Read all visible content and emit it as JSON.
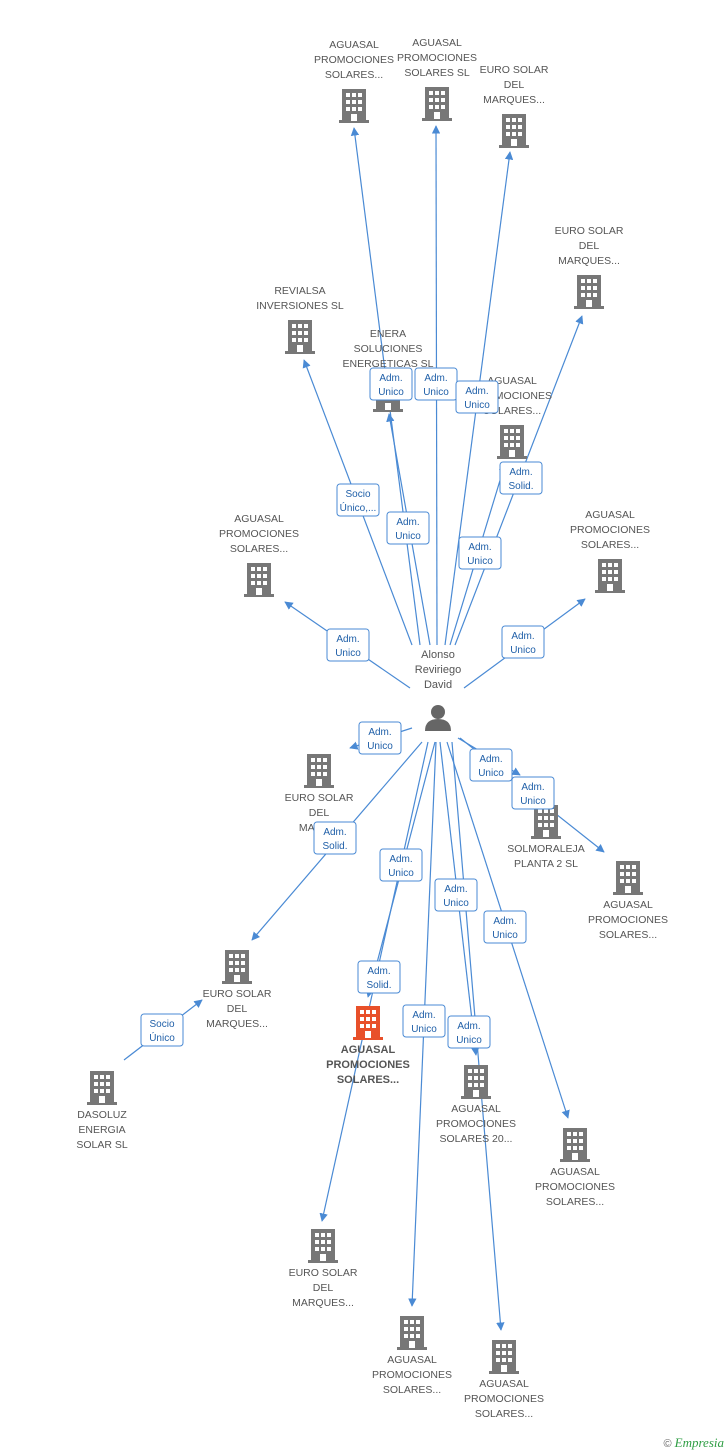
{
  "person": {
    "lines": [
      "Alonso",
      "Reviriego",
      "David"
    ]
  },
  "nodes": [
    {
      "id": "n1",
      "lines": [
        "AGUASAL",
        "PROMOCIONES",
        "SOLARES..."
      ],
      "main": false
    },
    {
      "id": "n2",
      "lines": [
        "AGUASAL",
        "PROMOCIONES",
        "SOLARES SL"
      ],
      "main": false
    },
    {
      "id": "n3",
      "lines": [
        "EURO SOLAR",
        "DEL",
        "MARQUES..."
      ],
      "main": false
    },
    {
      "id": "n4",
      "lines": [
        "EURO SOLAR",
        "DEL",
        "MARQUES..."
      ],
      "main": false
    },
    {
      "id": "n5",
      "lines": [
        "REVIALSA",
        "INVERSIONES SL"
      ],
      "main": false
    },
    {
      "id": "n6",
      "lines": [
        "ENERA",
        "SOLUCIONES",
        "ENERGETICAS SL"
      ],
      "main": false
    },
    {
      "id": "n7",
      "lines": [
        "AGUASAL",
        "PROMOCIONES",
        "SOLARES..."
      ],
      "main": false
    },
    {
      "id": "n8",
      "lines": [
        "AGUASAL",
        "PROMOCIONES",
        "SOLARES..."
      ],
      "main": false
    },
    {
      "id": "n9",
      "lines": [
        "AGUASAL",
        "PROMOCIONES",
        "SOLARES..."
      ],
      "main": false
    },
    {
      "id": "n10",
      "lines": [
        "EURO SOLAR",
        "DEL",
        "MARQ..."
      ],
      "main": false
    },
    {
      "id": "n11",
      "lines": [
        "SOLMORALEJA",
        "PLANTA 2 SL"
      ],
      "main": false
    },
    {
      "id": "n12",
      "lines": [
        "AGUASAL",
        "PROMOCIONES",
        "SOLARES..."
      ],
      "main": false
    },
    {
      "id": "n13",
      "lines": [
        "EURO SOLAR",
        "DEL",
        "MARQUES..."
      ],
      "main": false
    },
    {
      "id": "n14",
      "lines": [
        "AGUASAL",
        "PROMOCIONES",
        "SOLARES..."
      ],
      "main": true
    },
    {
      "id": "n15",
      "lines": [
        "AGUASAL",
        "PROMOCIONES",
        "SOLARES 20..."
      ],
      "main": false
    },
    {
      "id": "n16",
      "lines": [
        "DASOLUZ",
        "ENERGIA",
        "SOLAR SL"
      ],
      "main": false
    },
    {
      "id": "n17",
      "lines": [
        "AGUASAL",
        "PROMOCIONES",
        "SOLARES..."
      ],
      "main": false
    },
    {
      "id": "n18",
      "lines": [
        "EURO SOLAR",
        "DEL",
        "MARQUES..."
      ],
      "main": false
    },
    {
      "id": "n19",
      "lines": [
        "AGUASAL",
        "PROMOCIONES",
        "SOLARES..."
      ],
      "main": false
    },
    {
      "id": "n20",
      "lines": [
        "AGUASAL",
        "PROMOCIONES",
        "SOLARES..."
      ],
      "main": false
    }
  ],
  "edge_labels": [
    {
      "id": "e1",
      "lines": [
        "Adm.",
        "Unico"
      ]
    },
    {
      "id": "e2",
      "lines": [
        "Adm.",
        "Unico"
      ]
    },
    {
      "id": "e3",
      "lines": [
        "Adm.",
        "Unico"
      ]
    },
    {
      "id": "e4",
      "lines": [
        "Adm.",
        "Solid."
      ]
    },
    {
      "id": "e5",
      "lines": [
        "Socio",
        "Único,..."
      ]
    },
    {
      "id": "e6",
      "lines": [
        "Adm.",
        "Unico"
      ]
    },
    {
      "id": "e7",
      "lines": [
        "Adm.",
        "Unico"
      ]
    },
    {
      "id": "e8",
      "lines": [
        "Adm.",
        "Unico"
      ]
    },
    {
      "id": "e9",
      "lines": [
        "Adm.",
        "Unico"
      ]
    },
    {
      "id": "e10",
      "lines": [
        "Adm.",
        "Unico"
      ]
    },
    {
      "id": "e11",
      "lines": [
        "Adm.",
        "Unico"
      ]
    },
    {
      "id": "e12",
      "lines": [
        "Adm.",
        "Unico"
      ]
    },
    {
      "id": "e13",
      "lines": [
        "Adm.",
        "Solid."
      ]
    },
    {
      "id": "e14",
      "lines": [
        "Adm.",
        "Unico"
      ]
    },
    {
      "id": "e15",
      "lines": [
        "Adm.",
        "Unico"
      ]
    },
    {
      "id": "e16",
      "lines": [
        "Adm.",
        "Unico"
      ]
    },
    {
      "id": "e17",
      "lines": [
        "Adm.",
        "Solid."
      ]
    },
    {
      "id": "e18",
      "lines": [
        "Socio",
        "Único"
      ]
    },
    {
      "id": "e19",
      "lines": [
        "Adm.",
        "Unico"
      ]
    },
    {
      "id": "e20",
      "lines": [
        "Adm.",
        "Unico"
      ]
    }
  ],
  "colors": {
    "edge": "#4a8ad4",
    "building": "#777777",
    "main_building": "#e8502a",
    "label_border": "#4a8ad4"
  },
  "footer": {
    "copyright": "©",
    "brand": "Empresia"
  }
}
